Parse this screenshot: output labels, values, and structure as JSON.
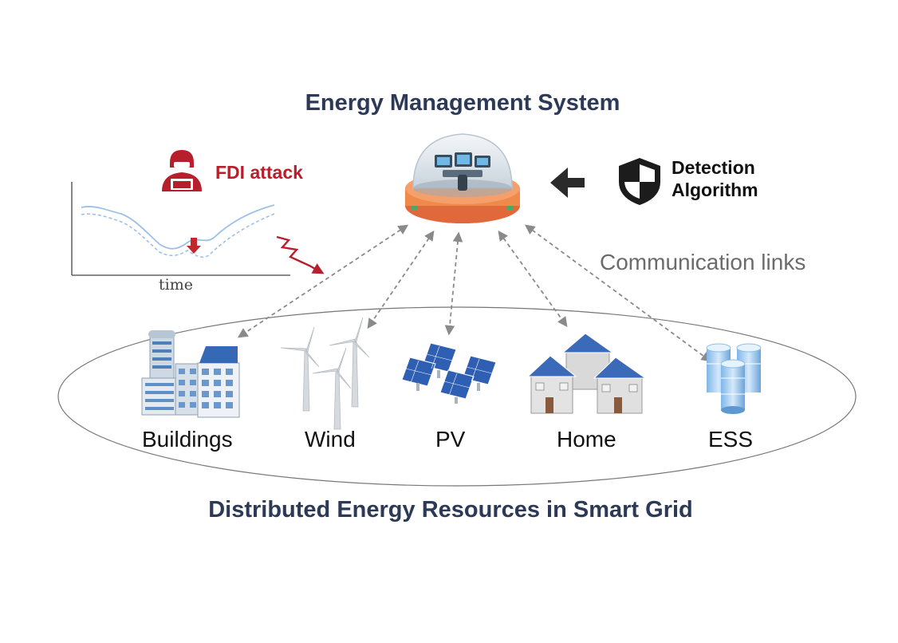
{
  "titles": {
    "top": "Energy Management System",
    "bottom": "Distributed Energy Resources in Smart Grid"
  },
  "attack": {
    "label": "FDI attack",
    "axis_label": "time",
    "icon": "hacker-icon"
  },
  "detection": {
    "line1": "Detection",
    "line2": "Algorithm",
    "icon": "shield-icon"
  },
  "links": {
    "label": "Communication links"
  },
  "resources": [
    {
      "label": "Buildings",
      "icon": "buildings-icon"
    },
    {
      "label": "Wind",
      "icon": "wind-turbine-icon"
    },
    {
      "label": "PV",
      "icon": "solar-panel-icon"
    },
    {
      "label": "Home",
      "icon": "house-icon"
    },
    {
      "label": "ESS",
      "icon": "battery-storage-icon"
    }
  ],
  "colors": {
    "title": "#2c3a57",
    "attack": "#b61f2b",
    "accent_orange": "#e8773a",
    "solar_blue": "#2f5fb3",
    "link_gray": "#8a8a8a"
  }
}
